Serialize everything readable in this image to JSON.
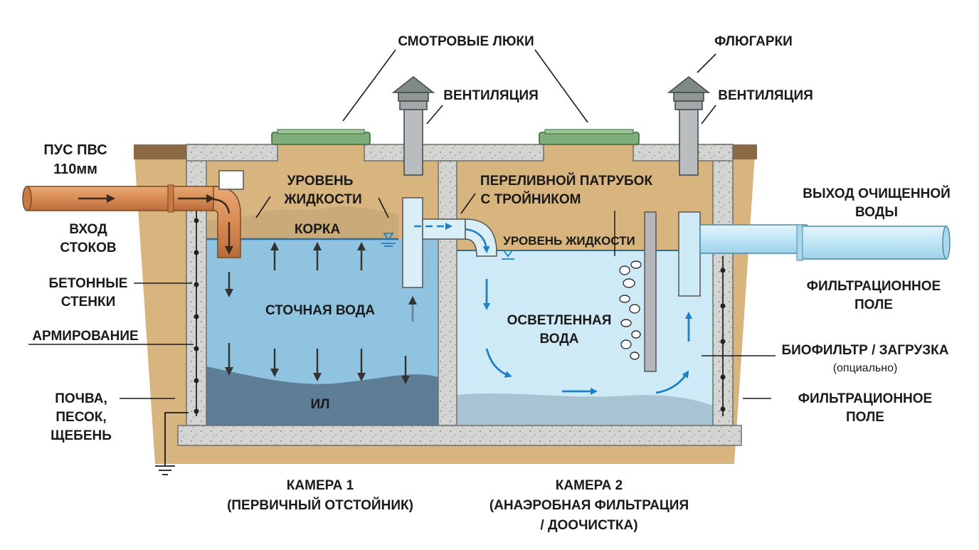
{
  "labels": {
    "inspection_hatches": "СМОТРОВЫЕ ЛЮКИ",
    "weather_vanes": "ФЛЮГАРКИ",
    "ventilation_1": "ВЕНТИЛЯЦИЯ",
    "ventilation_2": "ВЕНТИЛЯЦИЯ",
    "pipe_spec_line1": "ПУС ПВС",
    "pipe_spec_line2": "110мм",
    "inlet_line1": "ВХОД",
    "inlet_line2": "СТОКОВ",
    "concrete_walls_line1": "БЕТОННЫЕ",
    "concrete_walls_line2": "СТЕНКИ",
    "reinforcement": "АРМИРОВАНИЕ",
    "soil_line1": "ПОЧВА,",
    "soil_line2": "ПЕСОК,",
    "soil_line3": "ЩЕБЕНЬ",
    "liquid_level_1_line1": "УРОВЕНЬ",
    "liquid_level_1_line2": "ЖИДКОСТИ",
    "crust": "КОРКА",
    "sewage_water": "СТОЧНАЯ ВОДА",
    "sludge": "ИЛ",
    "overflow_line1": "ПЕРЕЛИВНОЙ ПАТРУБОК",
    "overflow_line2": "С ТРОЙНИКОМ",
    "liquid_level_2": "УРОВЕНЬ ЖИДКОСТИ",
    "clarified_line1": "ОСВЕТЛЕННАЯ",
    "clarified_line2": "ВОДА",
    "outlet_line1": "ВЫХОД ОЧИЩЕННОЙ",
    "outlet_line2": "ВОДЫ",
    "filtration_field_1_line1": "ФИЛЬТРАЦИОННОЕ",
    "filtration_field_1_line2": "ПОЛЕ",
    "biofilter": "БИОФИЛЬТР / ЗАГРУЗКА",
    "optional": "(опциально)",
    "filtration_field_2_line1": "ФИЛЬТРАЦИОННОЕ",
    "filtration_field_2_line2": "ПОЛЕ",
    "chamber1_line1": "КАМЕРА 1",
    "chamber1_line2": "(ПЕРВИЧНЫЙ ОТСТОЙНИК)",
    "chamber2_line1": "КАМЕРА 2",
    "chamber2_line2": "(АНАЭРОБНАЯ ФИЛЬТРАЦИЯ",
    "chamber2_line3": "/ ДООЧИСТКА)"
  },
  "colors": {
    "soil": "#d8b57e",
    "soil_top": "#8a6a45",
    "concrete": "#d4d4d2",
    "sewage_water": "#8fc3e0",
    "clarified_water": "#cdeaf6",
    "sludge": "#5e7e96",
    "crust": "#c9aa78",
    "pipe_inlet": "#d98c55",
    "pipe_outlet": "#bfe6f6",
    "hatch": "#7fae7a",
    "flow_arrow": "#1f7fc4",
    "settle_arrow": "#333333"
  }
}
